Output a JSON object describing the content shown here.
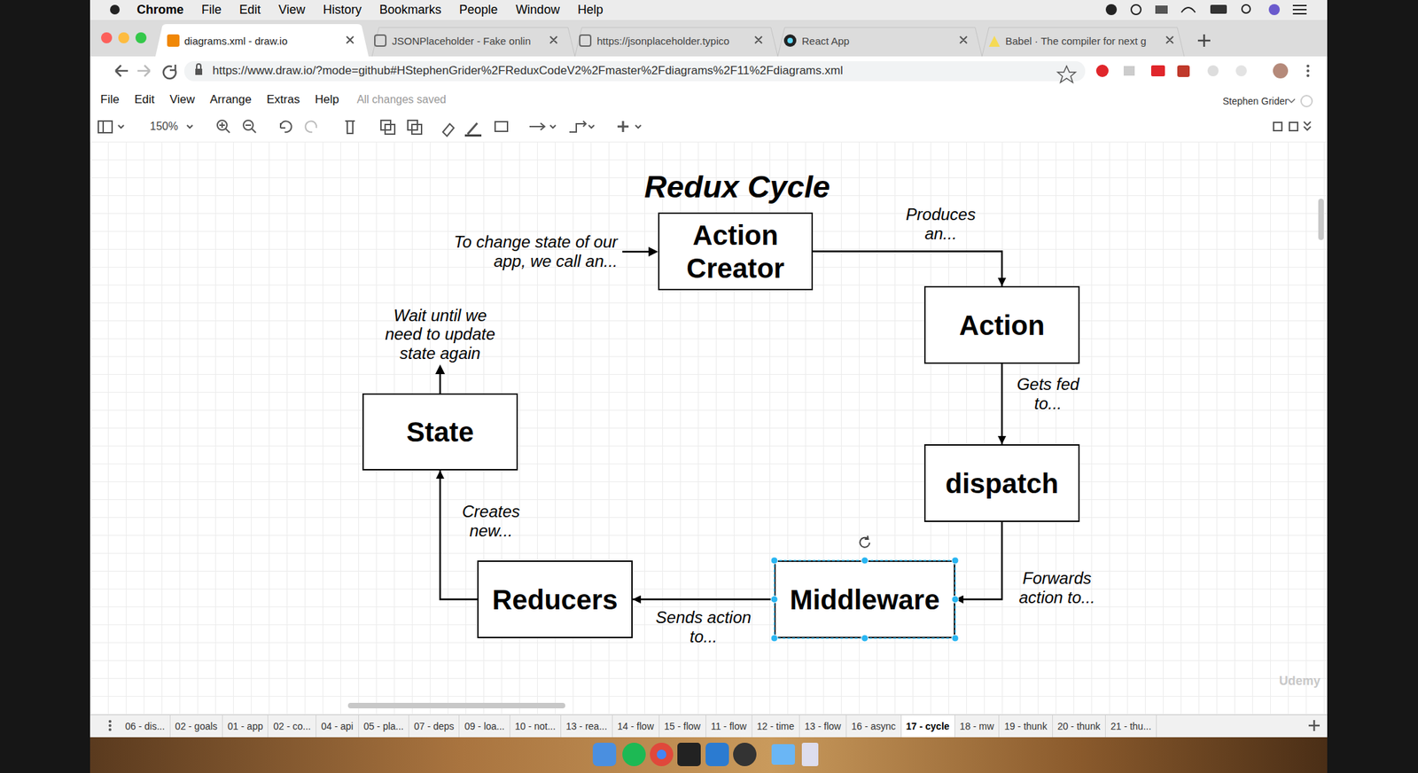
{
  "diagram": {
    "title": "Redux Cycle",
    "nodes": [
      {
        "text": [
          "Action Creator"
        ]
      },
      {
        "text": [
          "Action"
        ]
      },
      {
        "text": [
          "dispatch"
        ]
      },
      {
        "text": [
          "Middleware"
        ]
      },
      {
        "text": [
          "Reducers"
        ]
      },
      {
        "text": [
          "State"
        ]
      }
    ],
    "edges": [
      {
        "from": 0,
        "to": 1,
        "arrow": "to",
        "label": "Produces an..."
      },
      {
        "from": 1,
        "to": 2,
        "arrow": "to",
        "label": "Gets fed to..."
      },
      {
        "from": 2,
        "to": 3,
        "arrow": "to",
        "label": "Forwards action to..."
      },
      {
        "from": 3,
        "to": 4,
        "arrow": "to",
        "label": "Sends action to..."
      },
      {
        "from": 4,
        "to": 5,
        "arrow": "to",
        "label": "Creates new..."
      }
    ],
    "labels": [
      "To change state of our app, we call an...",
      "Wait until we need to update state again",
      "Chrome",
      "File",
      "Edit",
      "View",
      "History",
      "Bookmarks",
      "People",
      "Window",
      "Help",
      "diagrams.xml - draw.io",
      "JSONPlaceholder - Fake onlin",
      "https://jsonplaceholder.typico",
      "React App",
      "Babel · The compiler for next g",
      "https://www.draw.io/?mode=github#HStephenGrider%2FReduxCodeV2%2Fmaster%2Fdiagrams%2F11%2Fdiagrams.xml",
      "File",
      "Edit",
      "View",
      "Arrange",
      "Extras",
      "Help",
      "All changes saved",
      "Stephen Grider",
      "150%",
      "06 - dis...",
      "02 - goals",
      "01 - app",
      "02 - co...",
      "04 - api",
      "05 - pla...",
      "07 - deps",
      "09 - loa...",
      "10 - not...",
      "13 - rea...",
      "14 - flow",
      "15 - flow",
      "11 - flow",
      "12 - time",
      "13 - flow",
      "16 - async",
      "17 - cycle",
      "18 - mw",
      "19 - thunk",
      "20 - thunk",
      "21 - thu...",
      "Udemy"
    ]
  }
}
